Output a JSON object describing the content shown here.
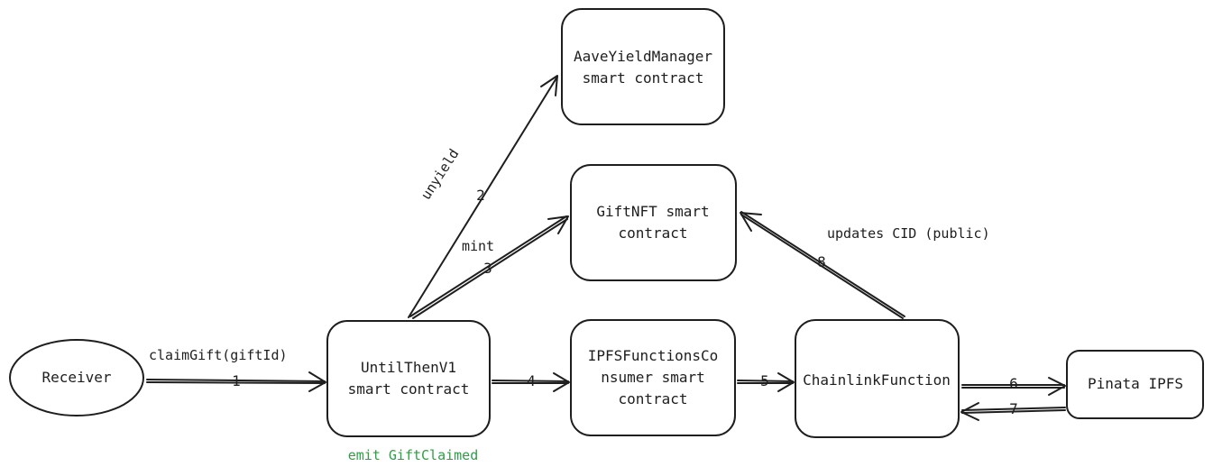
{
  "nodes": {
    "receiver": {
      "label": "Receiver"
    },
    "until_then": {
      "line1": "UntilThenV1",
      "line2": "smart contract"
    },
    "aave": {
      "line1": "AaveYieldManager",
      "line2": "smart contract"
    },
    "gift_nft": {
      "line1": "GiftNFT smart",
      "line2": "contract"
    },
    "ipfs_consumer": {
      "line1": "IPFSFunctionsCo",
      "line2": "nsumer smart",
      "line3": "contract"
    },
    "chainlink": {
      "label": "ChainlinkFunction"
    },
    "pinata": {
      "label": "Pinata IPFS"
    }
  },
  "edges": {
    "claim": {
      "label": "claimGift(giftId)",
      "step": "1"
    },
    "unyield": {
      "label": "unyield",
      "step": "2"
    },
    "mint": {
      "label": "mint",
      "step": "3"
    },
    "to_consumer": {
      "step": "4"
    },
    "to_chainlink": {
      "step": "5"
    },
    "to_pinata": {
      "step": "6"
    },
    "from_pinata": {
      "step": "7"
    },
    "update_cid": {
      "label": "updates CID (public)",
      "step": "8"
    }
  },
  "annotations": {
    "event": "emit GiftClaimed"
  },
  "colors": {
    "stroke": "#1e1e1e",
    "event_text": "#2f9e44"
  }
}
